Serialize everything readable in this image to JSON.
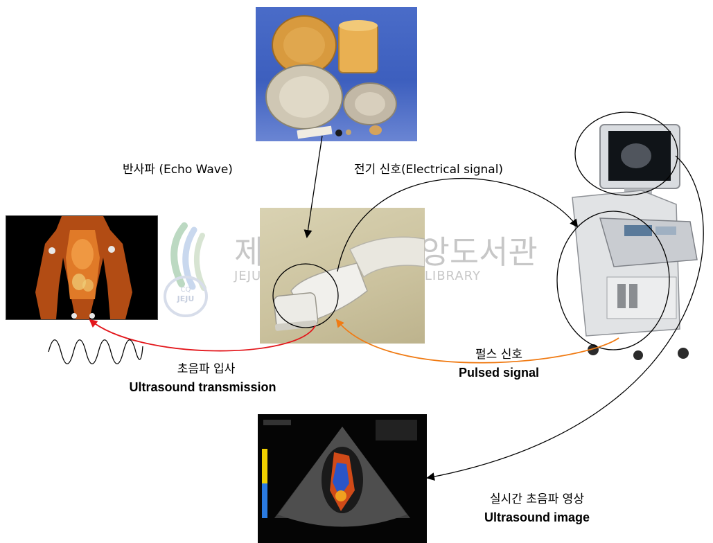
{
  "labels": {
    "echo_wave": "반사파 (Echo Wave)",
    "electrical_signal": "전기 신호(Electrical signal)",
    "pulse_kr": "펄스 신호",
    "pulse_en": "Pulsed signal",
    "transmission_kr": "초음파 입사",
    "transmission_en": "Ultrasound transmission",
    "image_kr": "실시간 초음파 영상",
    "image_en": "Ultrasound image"
  },
  "watermark": {
    "title": "제주대학교 중앙도서관",
    "subtitle": "JEJU NATIONAL UNIVERSITY LIBRARY",
    "seal": "JEJU"
  },
  "colors": {
    "red_arrow": "#e3161b",
    "orange_arrow": "#f07b14",
    "black_arrow": "#000000"
  }
}
